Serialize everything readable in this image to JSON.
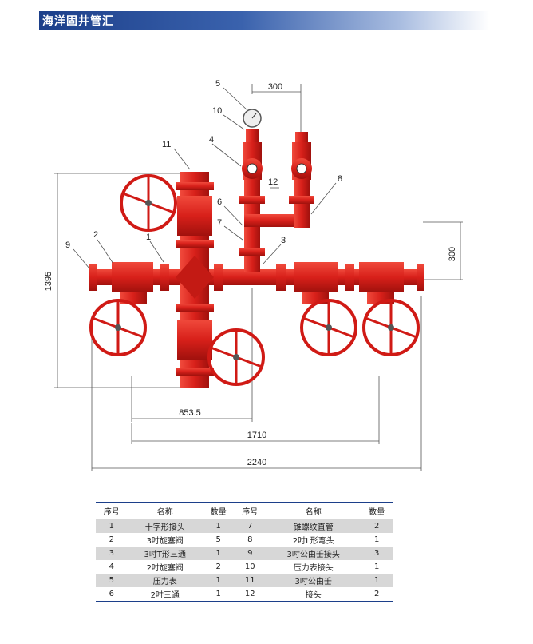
{
  "header": {
    "title": "海洋固井管汇"
  },
  "dimensions": {
    "d300_top": "300",
    "d300_right": "300",
    "d1395": "1395",
    "d853_5": "853.5",
    "d1710": "1710",
    "d2240": "2240"
  },
  "callouts": [
    "1",
    "2",
    "3",
    "4",
    "5",
    "6",
    "7",
    "8",
    "9",
    "10",
    "11",
    "12"
  ],
  "table": {
    "headers": [
      "序号",
      "名称",
      "数量",
      "序号",
      "名称",
      "数量"
    ],
    "rows": [
      [
        "1",
        "十字形接头",
        "1",
        "7",
        "锥螺纹直管",
        "2"
      ],
      [
        "2",
        "3吋旋塞阀",
        "5",
        "8",
        "2吋L形弯头",
        "1"
      ],
      [
        "3",
        "3吋T形三通",
        "1",
        "9",
        "3吋公由壬接头",
        "3"
      ],
      [
        "4",
        "2吋旋塞阀",
        "2",
        "10",
        "压力表接头",
        "1"
      ],
      [
        "5",
        "压力表",
        "1",
        "11",
        "3吋公由壬",
        "1"
      ],
      [
        "6",
        "2吋三通",
        "1",
        "12",
        "接头",
        "2"
      ]
    ]
  }
}
